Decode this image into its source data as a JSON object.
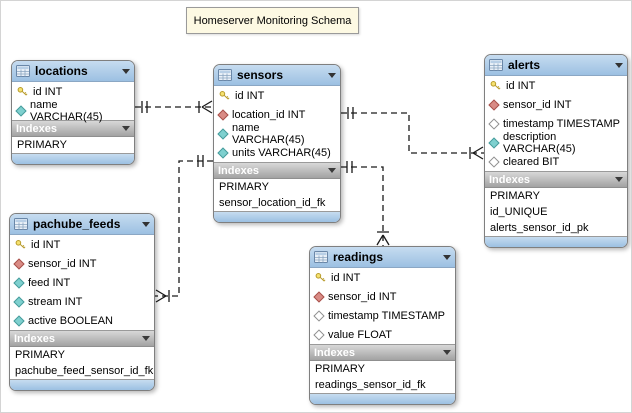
{
  "title": "Homeserver Monitoring Schema",
  "colors": {
    "table_header_blue": "#a9c9e6",
    "indexes_header_gray": "#b5b5b5",
    "primary_key_yellow": "#f5e170",
    "foreign_key_red": "#d98b85",
    "column_teal": "#7ed0cf",
    "title_box_cream": "#fdf9e3",
    "connector_black": "#1a1a1a"
  },
  "tables": {
    "locations": {
      "name": "locations",
      "columns": [
        {
          "label": "id INT",
          "icon": "primary-key-icon"
        },
        {
          "label": "name VARCHAR(45)",
          "icon": "column-notnull-icon"
        }
      ],
      "indexes_label": "Indexes",
      "indexes": [
        "PRIMARY"
      ]
    },
    "sensors": {
      "name": "sensors",
      "columns": [
        {
          "label": "id INT",
          "icon": "primary-key-icon"
        },
        {
          "label": "location_id INT",
          "icon": "foreign-key-icon"
        },
        {
          "label": "name VARCHAR(45)",
          "icon": "column-notnull-icon"
        },
        {
          "label": "units VARCHAR(45)",
          "icon": "column-notnull-icon"
        }
      ],
      "indexes_label": "Indexes",
      "indexes": [
        "PRIMARY",
        "sensor_location_id_fk"
      ]
    },
    "alerts": {
      "name": "alerts",
      "columns": [
        {
          "label": "id INT",
          "icon": "primary-key-icon"
        },
        {
          "label": "sensor_id INT",
          "icon": "foreign-key-icon"
        },
        {
          "label": "timestamp TIMESTAMP",
          "icon": "column-nullable-icon"
        },
        {
          "label": "description VARCHAR(45)",
          "icon": "column-notnull-icon"
        },
        {
          "label": "cleared BIT",
          "icon": "column-nullable-icon"
        }
      ],
      "indexes_label": "Indexes",
      "indexes": [
        "PRIMARY",
        "id_UNIQUE",
        "alerts_sensor_id_pk"
      ]
    },
    "pachube_feeds": {
      "name": "pachube_feeds",
      "columns": [
        {
          "label": "id INT",
          "icon": "primary-key-icon"
        },
        {
          "label": "sensor_id INT",
          "icon": "foreign-key-icon"
        },
        {
          "label": "feed INT",
          "icon": "column-notnull-icon"
        },
        {
          "label": "stream INT",
          "icon": "column-notnull-icon"
        },
        {
          "label": "active BOOLEAN",
          "icon": "column-notnull-icon"
        }
      ],
      "indexes_label": "Indexes",
      "indexes": [
        "PRIMARY",
        "pachube_feed_sensor_id_fk"
      ]
    },
    "readings": {
      "name": "readings",
      "columns": [
        {
          "label": "id INT",
          "icon": "primary-key-icon"
        },
        {
          "label": "sensor_id INT",
          "icon": "foreign-key-icon"
        },
        {
          "label": "timestamp TIMESTAMP",
          "icon": "column-nullable-icon"
        },
        {
          "label": "value FLOAT",
          "icon": "column-nullable-icon"
        }
      ],
      "indexes_label": "Indexes",
      "indexes": [
        "PRIMARY",
        "readings_sensor_id_fk"
      ]
    }
  },
  "relationships": [
    {
      "from": "locations",
      "to": "sensors",
      "type": "one-to-many",
      "style": "dashed"
    },
    {
      "from": "sensors",
      "to": "alerts",
      "type": "one-to-many",
      "style": "dashed"
    },
    {
      "from": "sensors",
      "to": "pachube_feeds",
      "type": "one-to-many",
      "style": "dashed"
    },
    {
      "from": "sensors",
      "to": "readings",
      "type": "one-to-many",
      "style": "dashed"
    }
  ]
}
